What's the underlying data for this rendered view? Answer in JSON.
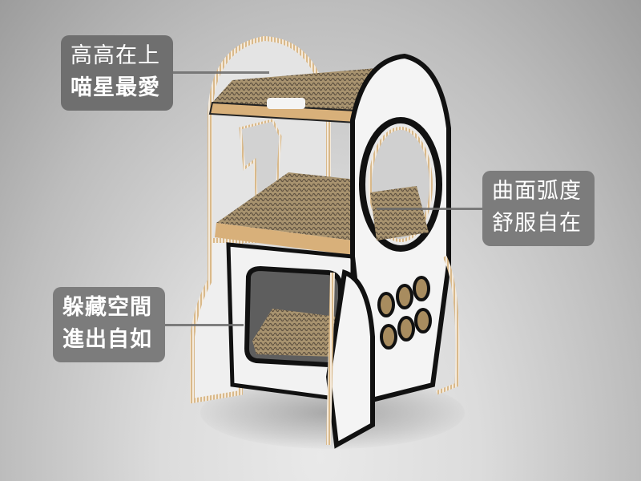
{
  "image": {
    "subject": "cardboard rocket-shaped cat house",
    "background_color": "#b5b5b5",
    "label_color": "#6f6f6f",
    "label_text_color": "#ffffff",
    "cardboard_color": "#c9a26b"
  },
  "labels": {
    "top": {
      "line1": "高高在上",
      "line2": "喵星最愛"
    },
    "right": {
      "line1": "曲面弧度",
      "line2": "舒服自在"
    },
    "left": {
      "line1": "躲藏空間",
      "line2": "進出自如"
    }
  }
}
